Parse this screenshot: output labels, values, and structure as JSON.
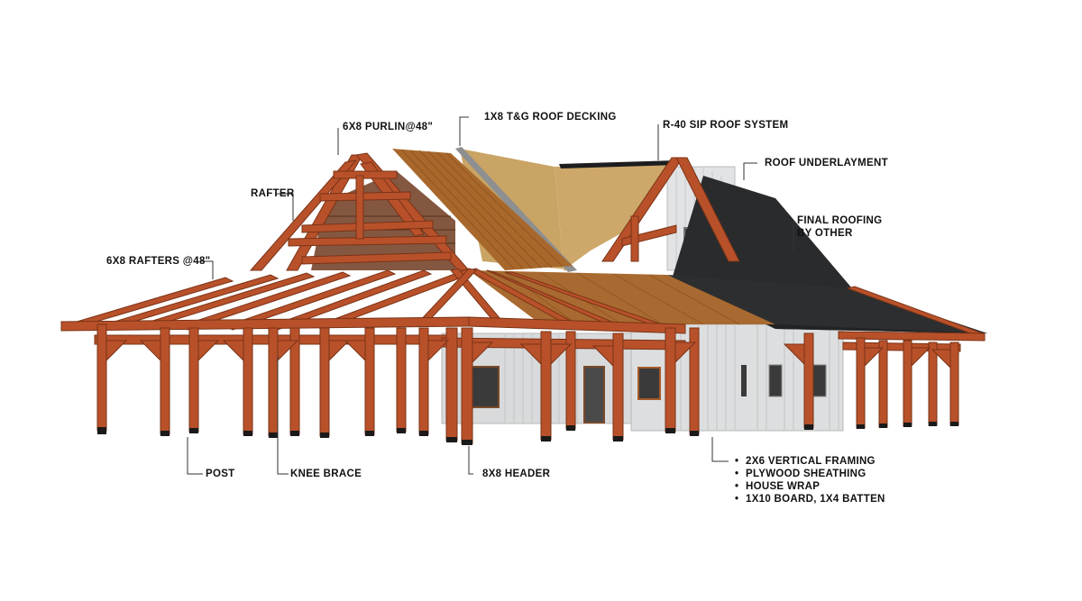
{
  "colors": {
    "timber": "#b8512a",
    "timber_dark": "#8a3a1c",
    "timber_light": "#cf6a3c",
    "decking": "#a8682c",
    "sip": "#c9a464",
    "roofing": "#2a2b2d",
    "siding": "#d9dadb",
    "leader": "#333333"
  },
  "callouts": {
    "purlin": "6X8 PURLIN@48\"",
    "decking": "1X8 T&G ROOF DECKING",
    "sip": "R-40 SIP ROOF SYSTEM",
    "underlayment": "ROOF UNDERLAYMENT",
    "final_roofing_line1": "FINAL ROOFING",
    "final_roofing_line2": "BY OTHER",
    "rafter": "RAFTER",
    "rafters_48": "6X8 RAFTERS @48\"",
    "post": "POST",
    "knee_brace": "KNEE BRACE",
    "header": "8X8 HEADER"
  },
  "wall_assembly": [
    "2X6 VERTICAL FRAMING",
    "PLYWOOD SHEATHING",
    "HOUSE WRAP",
    "1X10 BOARD, 1X4 BATTEN"
  ]
}
